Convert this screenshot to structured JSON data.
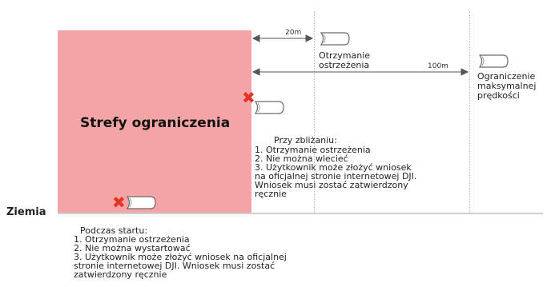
{
  "zone": {
    "label": "Strefy ograniczenia",
    "color": "#f4a4a4"
  },
  "ground": {
    "label": "Ziemia"
  },
  "distances": {
    "near": "20m",
    "far": "100m"
  },
  "captions": {
    "warning": "Otrzymanie\nostrzeżenia",
    "max_speed": "Ograniczenie\nmaksymalnej\nprędkości"
  },
  "approach": {
    "title": "Przy zbliżaniu:",
    "text": "1. Otrzymanie ostrzeżenia\n2. Nie można wlecieć\n3. Użytkownik może złożyć wniosek\nna oficjalnej stronie internetowej DJI.\nWniosek musi zostać zatwierdzony\nręcznie"
  },
  "takeoff": {
    "title": "Podczas startu:",
    "text": "1. Otrzymanie ostrzeżenia\n2. Nie można wystartować\n3. Użytkownik może złożyć wniosek na oficjalnej\nstronie internetowej DJI. Wniosek musi zostać\nzatwierdzony ręcznie"
  },
  "colors": {
    "x_mark": "#e5332a",
    "arrow": "#555555",
    "ground": "#cfcfcf"
  },
  "icons": {
    "aircraft": "drone-icon",
    "blocked": "x-mark-icon"
  }
}
